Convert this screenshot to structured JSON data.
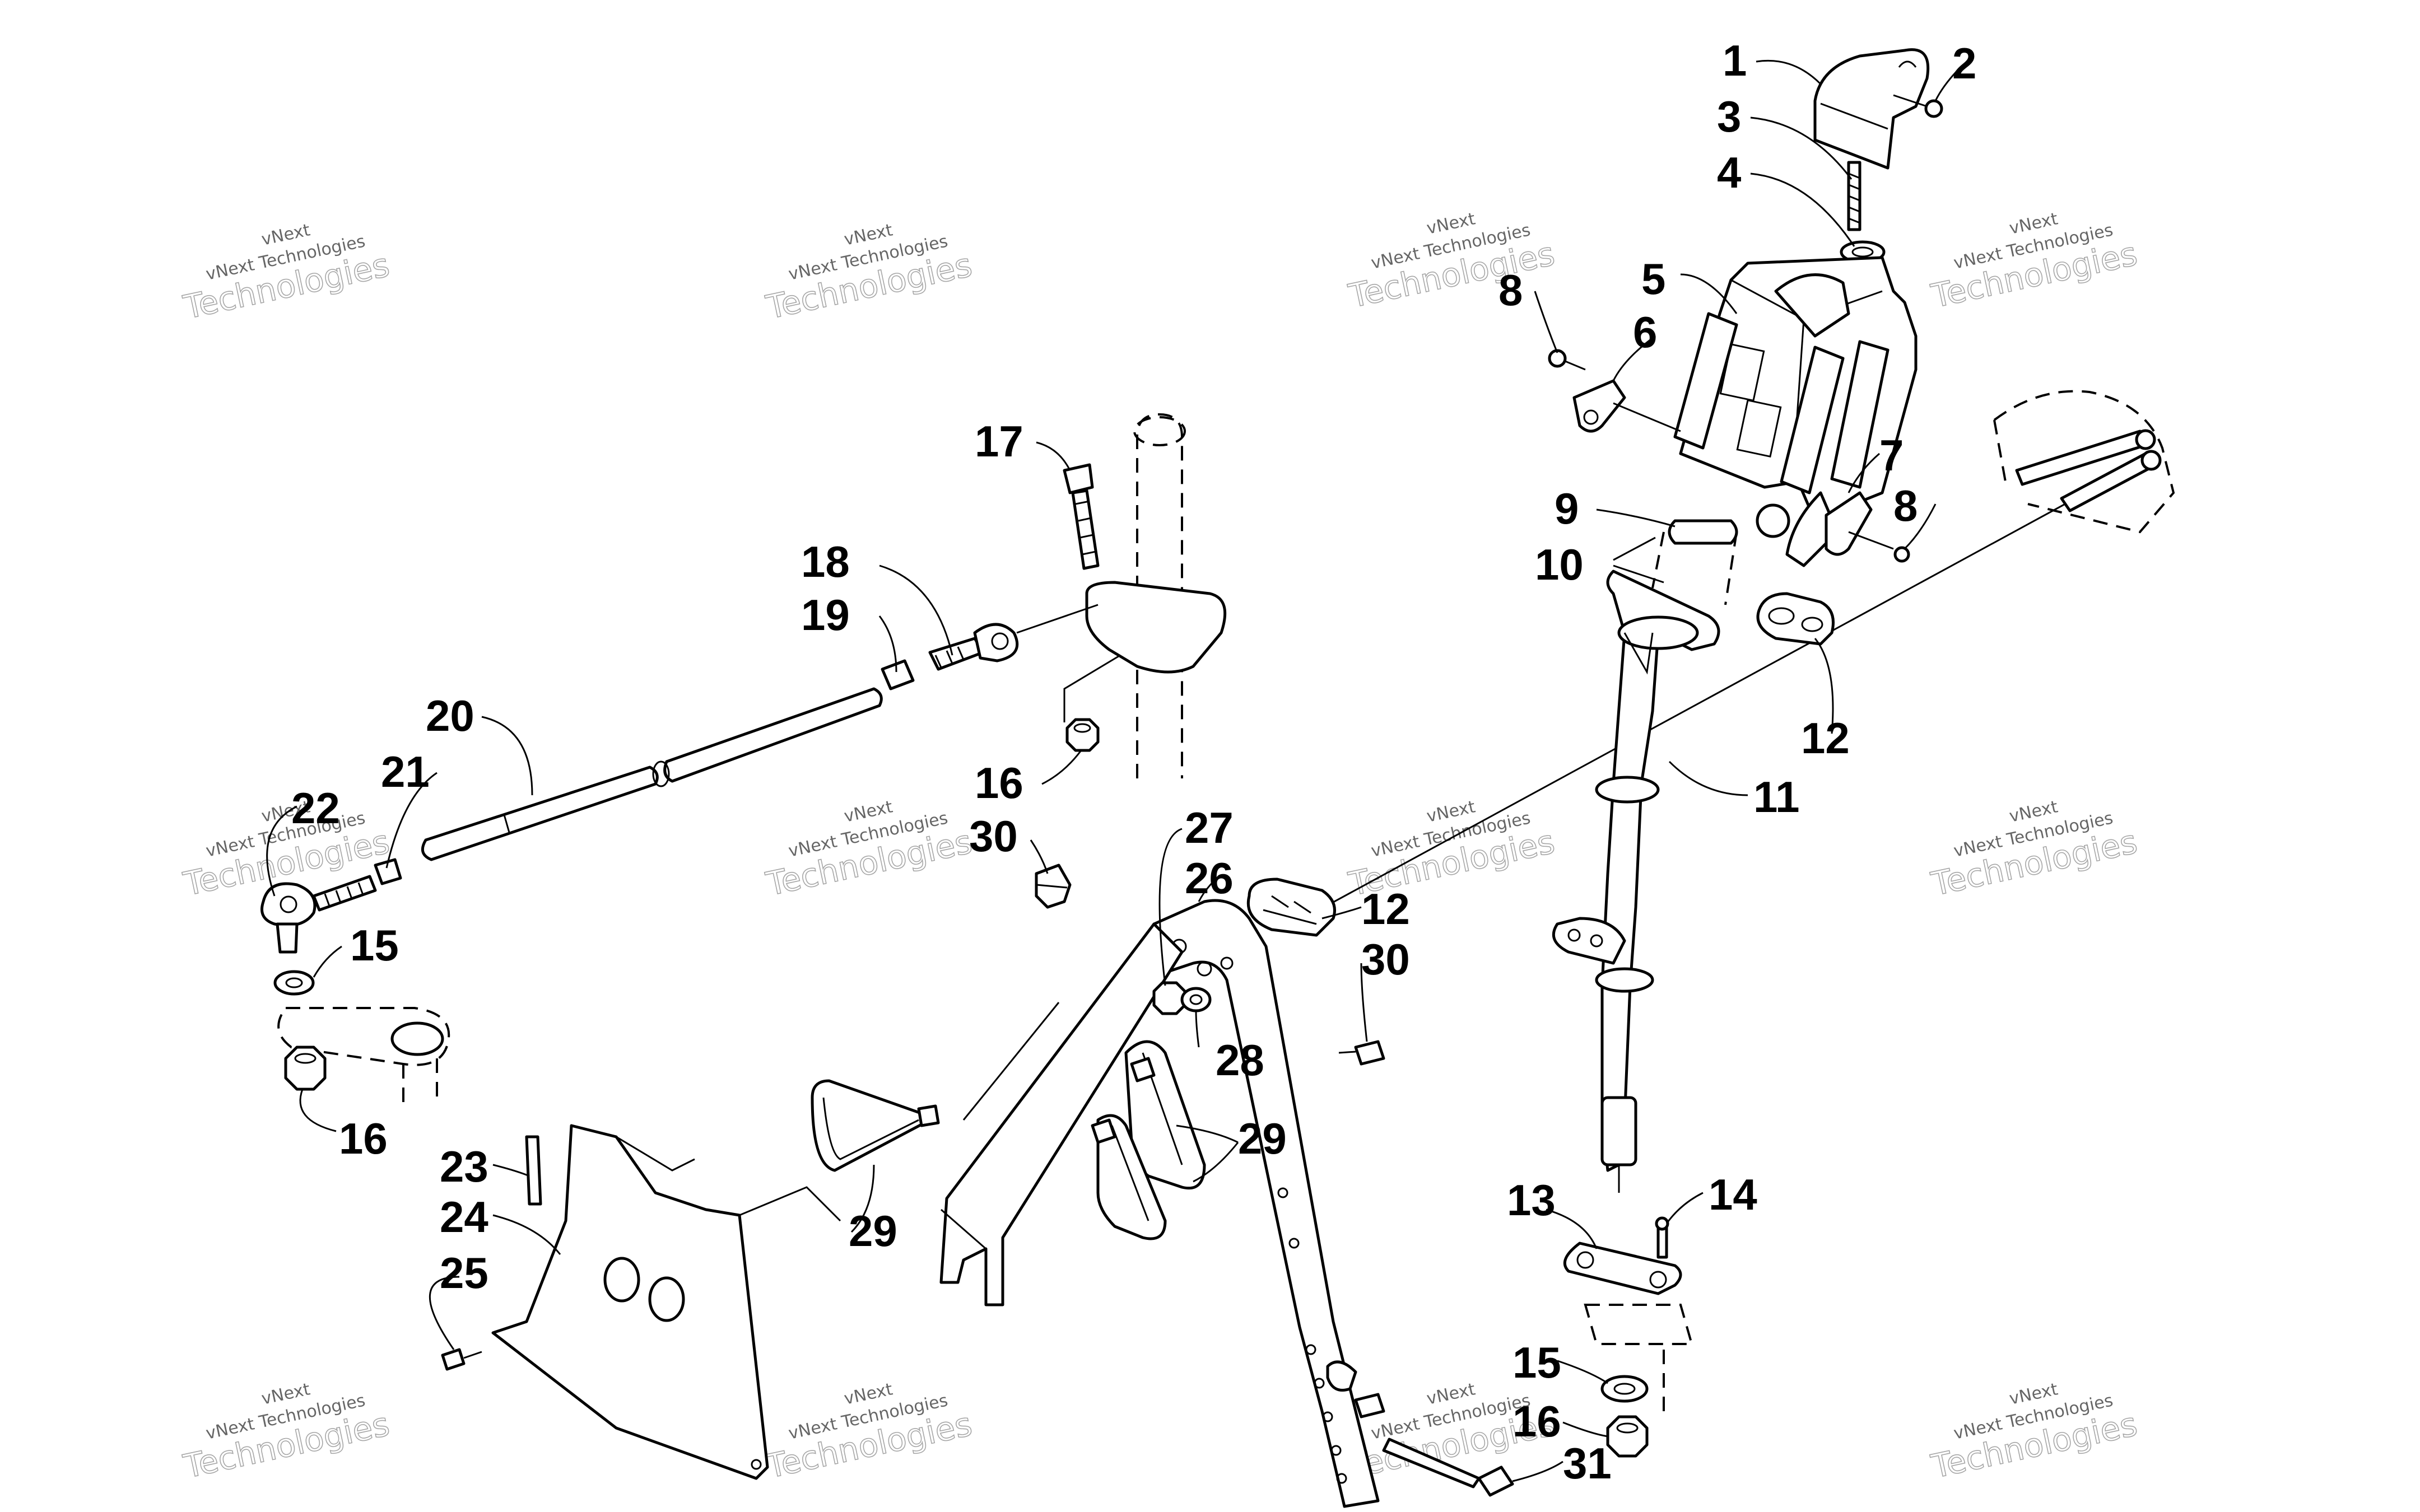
{
  "callouts": [
    "1",
    "2",
    "3",
    "4",
    "5",
    "6",
    "7",
    "8",
    "8",
    "9",
    "10",
    "11",
    "12",
    "12",
    "13",
    "14",
    "15",
    "15",
    "16",
    "16",
    "16",
    "17",
    "18",
    "19",
    "20",
    "21",
    "22",
    "23",
    "24",
    "25",
    "26",
    "27",
    "28",
    "29",
    "29",
    "29",
    "30",
    "30",
    "31"
  ],
  "watermark": {
    "brand": "vNext",
    "small": "vNext Technologies",
    "large": "Technologies"
  },
  "colors": {
    "line": "#000000",
    "background": "#ffffff"
  }
}
